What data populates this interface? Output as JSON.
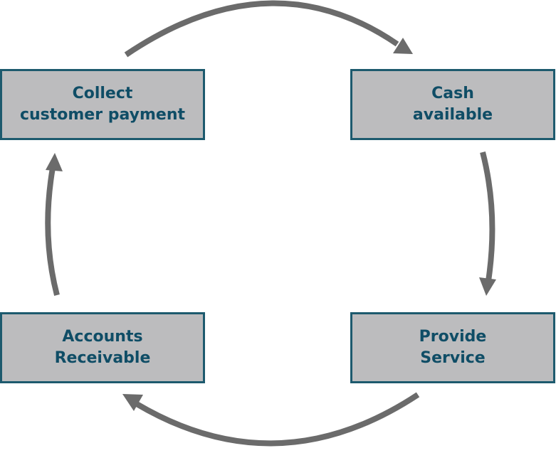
{
  "boxes": {
    "collect": {
      "line1": "Collect",
      "line2": "customer payment"
    },
    "cash": {
      "line1": "Cash",
      "line2": "available"
    },
    "provide": {
      "line1": "Provide",
      "line2": "Service"
    },
    "receivable": {
      "line1": "Accounts",
      "line2": "Receivable"
    }
  },
  "colors": {
    "box_fill": "#bcbcbe",
    "box_border": "#1d5a6e",
    "text": "#0f4d66",
    "arrow": "#6b6b6b"
  }
}
